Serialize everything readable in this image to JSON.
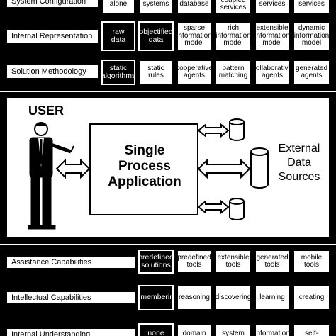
{
  "rows_top": [
    {
      "label": "System Configuration",
      "cells": [
        {
          "text": "alone",
          "dark": true
        },
        {
          "text": "systems",
          "dark": false
        },
        {
          "text": "database",
          "dark": false
        },
        {
          "text": "coupled\nservices",
          "dark": false
        },
        {
          "text": "services",
          "dark": false
        },
        {
          "text": "services",
          "dark": false
        }
      ]
    },
    {
      "label": "Internal Representation",
      "cells": [
        {
          "text": "raw\ndata",
          "dark": true
        },
        {
          "text": "objectified\ndata",
          "dark": true
        },
        {
          "text": "sparse\ninformation\nmodel",
          "dark": false
        },
        {
          "text": "rich\ninformation\nmodel",
          "dark": false
        },
        {
          "text": "extensible\ninformation\nmodel",
          "dark": false
        },
        {
          "text": "dynamic\ninformation\nmodel",
          "dark": false
        }
      ]
    },
    {
      "label": "Solution Methodology",
      "cells": [
        {
          "text": "static\nalgorithms",
          "dark": true
        },
        {
          "text": "static\nrules",
          "dark": false
        },
        {
          "text": "cooperative\nagents",
          "dark": false
        },
        {
          "text": "pattern\nmatching",
          "dark": false
        },
        {
          "text": "collaborative\nagents",
          "dark": false
        },
        {
          "text": "generated\nagents",
          "dark": false
        }
      ]
    }
  ],
  "center": {
    "user_label": "USER",
    "application": "Single\nProcess\nApplication",
    "external": "External\nData\nSources"
  },
  "rows_bottom": [
    {
      "label": "Assistance Capabilities",
      "cells": [
        {
          "text": "predefined\nsolutions",
          "dark": true
        },
        {
          "text": "predefined\ntools",
          "dark": false
        },
        {
          "text": "extensible\ntools",
          "dark": false
        },
        {
          "text": "generated\ntools",
          "dark": false
        },
        {
          "text": "mobile\ntools",
          "dark": false
        }
      ]
    },
    {
      "label": "Intellectual Capabilities",
      "cells": [
        {
          "text": "remembering",
          "dark": true
        },
        {
          "text": "reasoning",
          "dark": false
        },
        {
          "text": "discovering",
          "dark": false
        },
        {
          "text": "learning",
          "dark": false
        },
        {
          "text": "creating",
          "dark": false
        }
      ]
    },
    {
      "label": "Internal Understanding",
      "cells": [
        {
          "text": "none",
          "dark": true
        },
        {
          "text": "domain",
          "dark": false
        },
        {
          "text": "system",
          "dark": false
        },
        {
          "text": "information",
          "dark": false
        },
        {
          "text": "self-",
          "dark": false
        }
      ]
    }
  ]
}
